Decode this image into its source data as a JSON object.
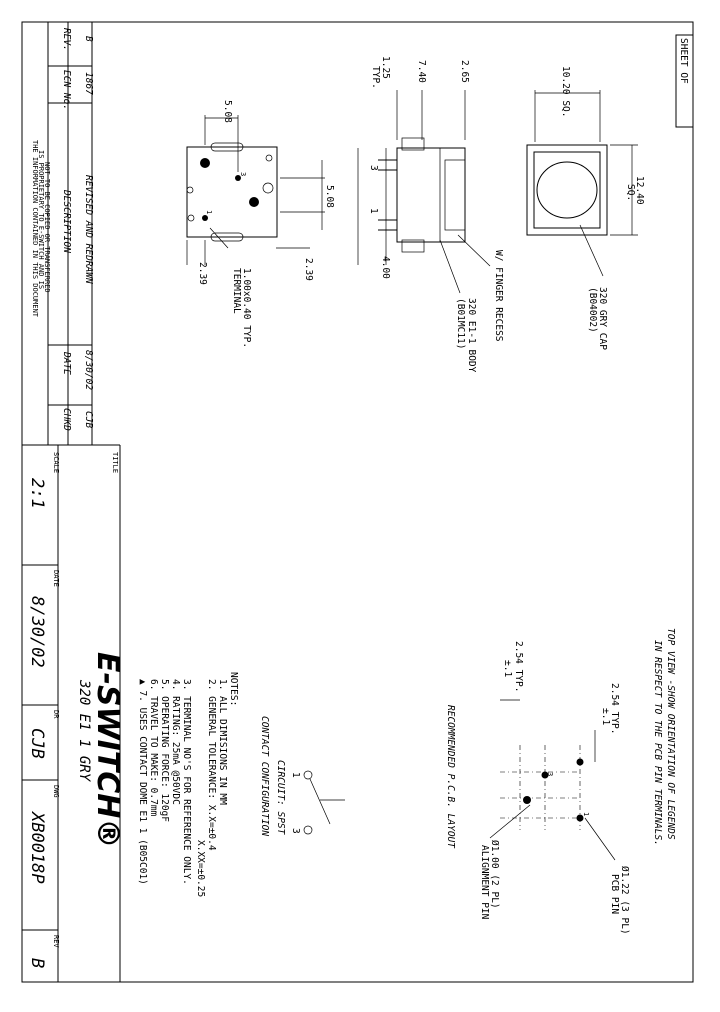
{
  "sheet": {
    "label": "SHEET OF"
  },
  "revision_block": {
    "headers": [
      "REV.",
      "ECN No.",
      "DESCRIPTION",
      "DATE",
      "CHKD"
    ],
    "row": {
      "rev": "B",
      "ecn": "1867",
      "description": "REVISED AND REDRAWN",
      "date": "8/30/02",
      "chkd": "CJB"
    }
  },
  "disclaimer": [
    "THE INFORMATION CONTAINED IN THIS DOCUMENT",
    "IS PROPRIETARY TO E-SWITCH AND IS",
    "NOT TO BE COPIED OR TRANSFERRED"
  ],
  "title_block": {
    "title_label": "TITLE",
    "title": "320 E1 1 GRY",
    "brand": "E-SWITCH®",
    "scale_label": "SCALE",
    "scale": "2:1",
    "date_label": "DATE",
    "date": "8/30/02",
    "drawn_label": "DR",
    "drawn": "CJB",
    "drawing_label": "DWG",
    "drawing_number": "XB0018P",
    "rev_label": "REV",
    "rev": "B"
  },
  "top_view": {
    "cap_dim": "10.20 SQ.",
    "overall_dim": "12.40",
    "overall_dim_sq": "SQ.",
    "cap_callout": "320 GRY CAP",
    "cap_part": "(B04002)"
  },
  "side_view": {
    "terminal_a": "3",
    "terminal_b": "1",
    "dims": [
      "2.65",
      "7.40",
      "1.25",
      "TYP.",
      "4.00"
    ],
    "finger_recess": "W/ FINGER RECESS",
    "body_callout": "320 E1-1 BODY",
    "body_part": "(B01MC11)"
  },
  "bottom_view": {
    "terminal_a": "3",
    "terminal_b": "1",
    "dims": [
      "5.08",
      "5.08",
      "2.39",
      "2.39"
    ],
    "terminal_dim": "1.00x0.40 TYP.",
    "terminal_label": "TERMINAL"
  },
  "pcb_layout": {
    "terminal_a": "1",
    "terminal_b": "3",
    "dims": [
      "2.54 TYP.",
      "±.1",
      "2.54 TYP.",
      "±.1"
    ],
    "pin_hole_dim": "Ø1.22 (3 PL)",
    "pin_hole_label": "PCB PIN",
    "alignment_dim": "Ø1.00 (2 PL)",
    "alignment_label": "ALIGNMENT PIN",
    "title": "RECOMMENDED P.C.B. LAYOUT"
  },
  "top_note": [
    "TOP VIEW -SHOW ORIENTATION OF LEGENDS",
    "IN RESPECT TO THE PCB PIN TERMINALS."
  ],
  "circuit": {
    "terminals": [
      "1",
      "3"
    ],
    "type": "CIRCUIT: SPST",
    "configuration": "CONTACT CONFIGURATION"
  },
  "notes": {
    "heading": "NOTES:",
    "items": [
      "1. ALL DIMISIONS IN MM",
      "2. GENERAL TOLERANCE: X.X=±0.4",
      "X.XX=±0.25",
      "3. TERMINAL NO'S FOR REFERENCE ONLY.",
      "4. RATING: 25mA @50VDC",
      "5. OPERATING FORCE: 120gF",
      "6. TRAVEL TO MAKE: 0.7mm",
      "▲ 7. USES CONTACT DOME E1 1 (B05C01)"
    ]
  }
}
